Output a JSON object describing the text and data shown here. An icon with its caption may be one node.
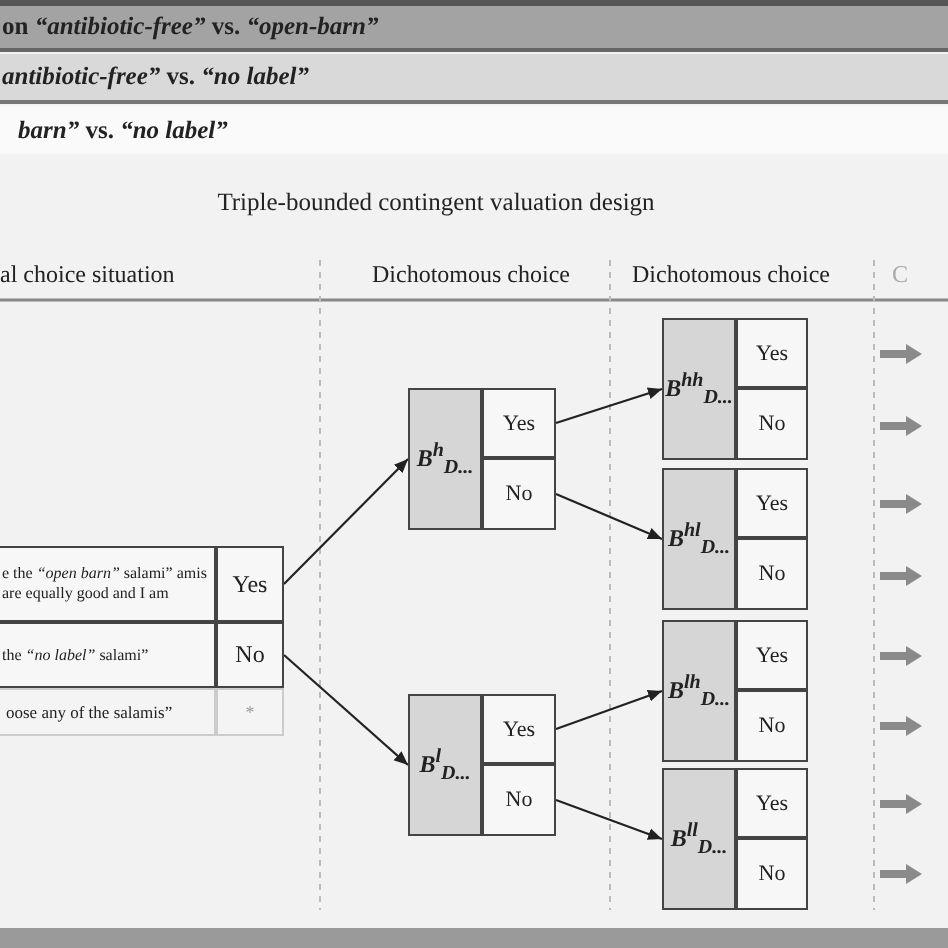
{
  "diagram": {
    "title": "Triple-bounded contingent valuation design",
    "nodes": [
      {
        "text": [
          "on *“antibiotic-free”* vs. *“open-barn”*"
        ]
      },
      {
        "text": [
          "*antibiotic-free”* vs. *“no label”*"
        ]
      },
      {
        "text": [
          "*barn”* vs. *“no label”*"
        ]
      },
      {
        "text": [
          "e the *“open barn”* salami” amis are equally good and I am"
        ]
      },
      {
        "text": [
          "Yes"
        ]
      },
      {
        "text": [
          "the *“no label”* salami”"
        ]
      },
      {
        "text": [
          "No"
        ]
      },
      {
        "text": [
          "oose any of the salamis”"
        ]
      },
      {
        "text": [
          "*"
        ]
      },
      {
        "text": [
          "B$^{h}$$_{D...}$"
        ]
      },
      {
        "text": [
          "Yes"
        ]
      },
      {
        "text": [
          "No"
        ]
      },
      {
        "text": [
          "B$^{l}$$_{D...}$"
        ]
      },
      {
        "text": [
          "Yes"
        ]
      },
      {
        "text": [
          "No"
        ]
      },
      {
        "text": [
          "B$^{hh}$$_{D...}$"
        ]
      },
      {
        "text": [
          "Yes"
        ]
      },
      {
        "text": [
          "No"
        ]
      },
      {
        "text": [
          "B$^{hl}$$_{D...}$"
        ]
      },
      {
        "text": [
          "Yes"
        ]
      },
      {
        "text": [
          "No"
        ]
      },
      {
        "text": [
          "B$^{lh}$$_{D...}$"
        ]
      },
      {
        "text": [
          "Yes"
        ]
      },
      {
        "text": [
          "No"
        ]
      },
      {
        "text": [
          "B$^{ll}$$_{D...}$"
        ]
      },
      {
        "text": [
          "Yes"
        ]
      },
      {
        "text": [
          "No"
        ]
      }
    ],
    "edges": [
      {
        "from": 4,
        "to": 9,
        "arrow": "to"
      },
      {
        "from": 6,
        "to": 12,
        "arrow": "to"
      },
      {
        "from": 10,
        "to": 15,
        "arrow": "to"
      },
      {
        "from": 11,
        "to": 18,
        "arrow": "to"
      },
      {
        "from": 13,
        "to": 21,
        "arrow": "to"
      },
      {
        "from": 14,
        "to": 24,
        "arrow": "to"
      }
    ],
    "labels": [
      "al choice situation",
      "Dichotomous choice",
      "Dichotomous choice",
      "C"
    ]
  }
}
